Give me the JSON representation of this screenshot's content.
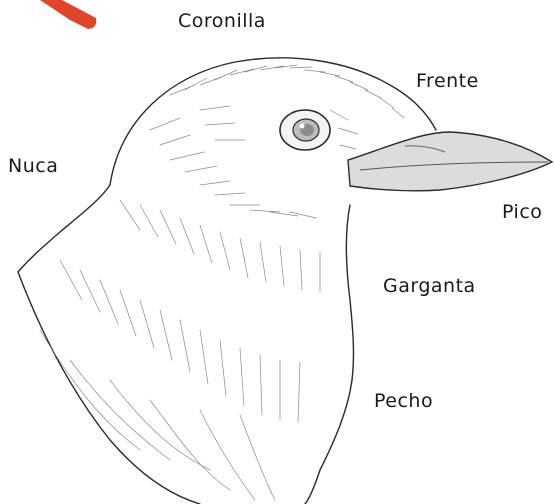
{
  "labels": {
    "coronilla": "Coronilla",
    "frente": "Frente",
    "nuca": "Nuca",
    "pico": "Pico",
    "garganta": "Garganta",
    "pecho": "Pecho"
  },
  "colors": {
    "outline": "#2b2b2b",
    "feather_stroke": "#8a8a8a",
    "beak_fill": "#dcdcdc",
    "pointer": "#e0442a",
    "label_text": "#1a1a1a"
  },
  "illustration": "pencil sketch of a bird head in profile"
}
